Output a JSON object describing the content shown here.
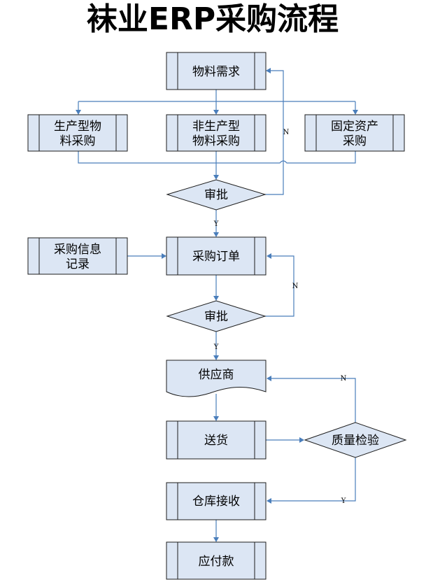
{
  "title": "袜业ERP采购流程",
  "nodes": {
    "material_demand": "物料需求",
    "production_purchase": [
      "生产型物",
      "料采购"
    ],
    "non_production_purchase": [
      "非生产型",
      "物料采购"
    ],
    "fixed_asset_purchase": [
      "固定资产",
      "采购"
    ],
    "approval": "审批",
    "purchase_info_record": [
      "采购信息",
      "记录"
    ],
    "purchase_order": "采购订单",
    "supplier": "供应商",
    "delivery": "送货",
    "quality_inspection": "质量检验",
    "warehouse_receipt": "仓库接收",
    "accounts_payable": "应付款"
  },
  "edge_labels": {
    "yes": "Y",
    "no": "N"
  },
  "colors": {
    "node_fill": "#dce6f4",
    "node_border": "#1c1c1c",
    "connector": "#4a7ebb"
  }
}
